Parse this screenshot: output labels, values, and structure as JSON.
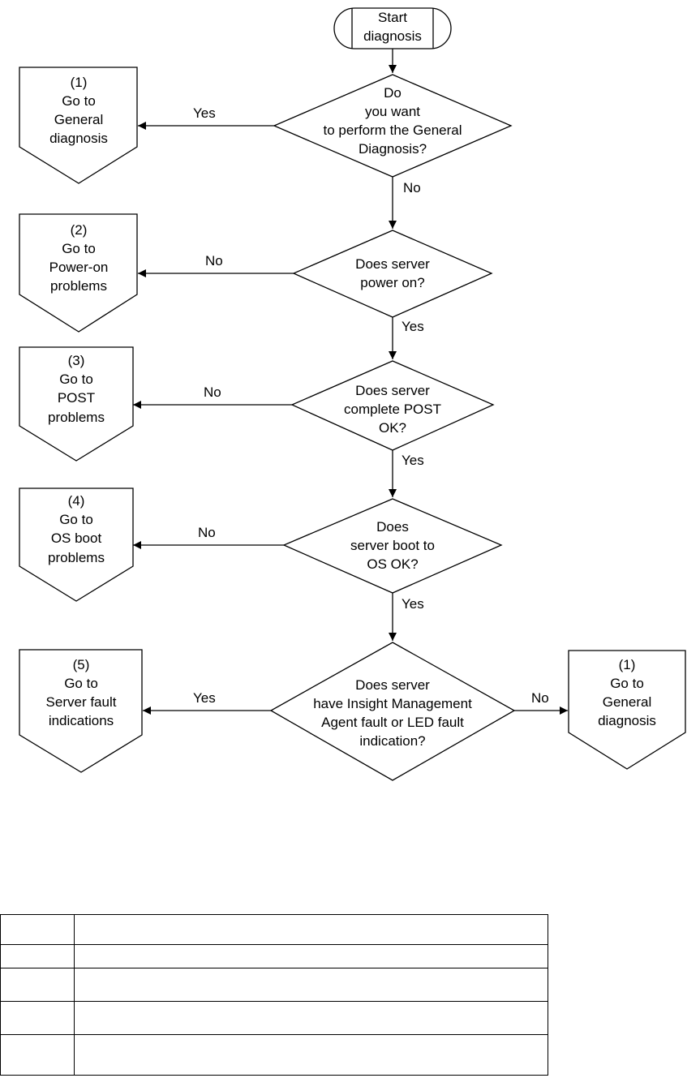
{
  "flowchart": {
    "start": [
      "Start",
      "diagnosis"
    ],
    "decisions": [
      {
        "id": "d1",
        "lines": [
          "Do",
          "you want",
          "to perform the General",
          "Diagnosis?"
        ]
      },
      {
        "id": "d2",
        "lines": [
          "Does server",
          "power on?"
        ]
      },
      {
        "id": "d3",
        "lines": [
          "Does server",
          "complete POST",
          "OK?"
        ]
      },
      {
        "id": "d4",
        "lines": [
          "Does",
          "server boot to",
          "OS OK?"
        ]
      },
      {
        "id": "d5",
        "lines": [
          "Does server",
          "have Insight Management",
          "Agent fault or LED fault",
          "indication?"
        ]
      }
    ],
    "references": [
      {
        "id": "r1",
        "lines": [
          "(1)",
          "Go to",
          "General",
          "diagnosis"
        ]
      },
      {
        "id": "r2",
        "lines": [
          "(2)",
          "Go to",
          "Power-on",
          "problems"
        ]
      },
      {
        "id": "r3",
        "lines": [
          "(3)",
          "Go to",
          "POST",
          "problems"
        ]
      },
      {
        "id": "r4",
        "lines": [
          "(4)",
          "Go to",
          "OS boot",
          "problems"
        ]
      },
      {
        "id": "r5",
        "lines": [
          "(5)",
          "Go to",
          "Server fault",
          "indications"
        ]
      },
      {
        "id": "r6",
        "lines": [
          "(1)",
          "Go to",
          "General",
          "diagnosis"
        ]
      }
    ],
    "edge_labels": {
      "d1_left": "Yes",
      "d1_down": "No",
      "d2_left": "No",
      "d2_down": "Yes",
      "d3_left": "No",
      "d3_down": "Yes",
      "d4_left": "No",
      "d4_down": "Yes",
      "d5_left": "Yes",
      "d5_right": "No"
    }
  },
  "table": {
    "rows": [
      [
        "",
        ""
      ],
      [
        "",
        ""
      ],
      [
        "",
        ""
      ],
      [
        "",
        ""
      ],
      [
        "",
        ""
      ]
    ]
  }
}
